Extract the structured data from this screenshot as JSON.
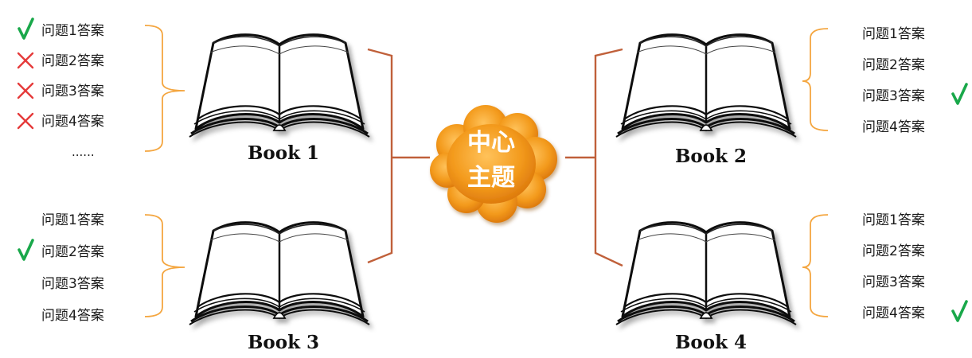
{
  "center_topic": {
    "line1": "中心",
    "line2": "主题",
    "color": "#f39a1c"
  },
  "colors": {
    "check": "#19a84a",
    "cross": "#e53a3a",
    "answer_brace": "#f4a640",
    "book_bracket": "#c0603a"
  },
  "books": [
    {
      "title": "Book 1",
      "answers": [
        {
          "label": "问题1答案",
          "mark": "check"
        },
        {
          "label": "问题2答案",
          "mark": "cross"
        },
        {
          "label": "问题3答案",
          "mark": "cross"
        },
        {
          "label": "问题4答案",
          "mark": "cross"
        },
        {
          "label": "......",
          "mark": "none"
        }
      ]
    },
    {
      "title": "Book 2",
      "answers": [
        {
          "label": "问题1答案",
          "mark": "none"
        },
        {
          "label": "问题2答案",
          "mark": "none"
        },
        {
          "label": "问题3答案",
          "mark": "check"
        },
        {
          "label": "问题4答案",
          "mark": "none"
        }
      ]
    },
    {
      "title": "Book 3",
      "answers": [
        {
          "label": "问题1答案",
          "mark": "none"
        },
        {
          "label": "问题2答案",
          "mark": "check"
        },
        {
          "label": "问题3答案",
          "mark": "none"
        },
        {
          "label": "问题4答案",
          "mark": "none"
        }
      ]
    },
    {
      "title": "Book 4",
      "answers": [
        {
          "label": "问题1答案",
          "mark": "none"
        },
        {
          "label": "问题2答案",
          "mark": "none"
        },
        {
          "label": "问题3答案",
          "mark": "none"
        },
        {
          "label": "问题4答案",
          "mark": "check"
        }
      ]
    }
  ]
}
